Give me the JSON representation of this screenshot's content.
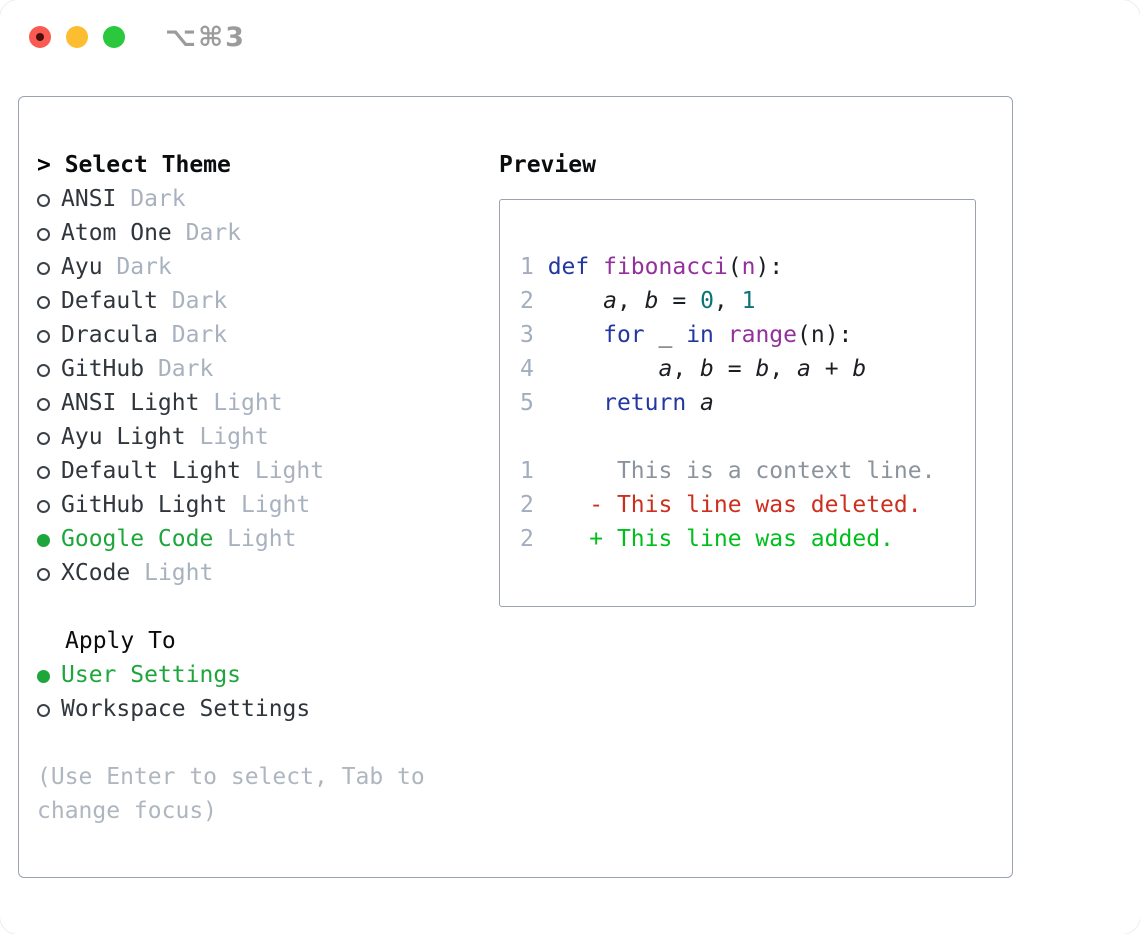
{
  "window": {
    "shortcut_label": "⌥⌘3",
    "traffic_lights": [
      "close",
      "minimize",
      "zoom"
    ]
  },
  "theme_picker": {
    "header_cursor": "> ",
    "header_label": "Select Theme",
    "items": [
      {
        "name": "ANSI",
        "variant": "Dark",
        "selected": false
      },
      {
        "name": "Atom One",
        "variant": "Dark",
        "selected": false
      },
      {
        "name": "Ayu",
        "variant": "Dark",
        "selected": false
      },
      {
        "name": "Default",
        "variant": "Dark",
        "selected": false
      },
      {
        "name": "Dracula",
        "variant": "Dark",
        "selected": false
      },
      {
        "name": "GitHub",
        "variant": "Dark",
        "selected": false
      },
      {
        "name": "ANSI Light",
        "variant": "Light",
        "selected": false
      },
      {
        "name": "Ayu Light",
        "variant": "Light",
        "selected": false
      },
      {
        "name": "Default Light",
        "variant": "Light",
        "selected": false
      },
      {
        "name": "GitHub Light",
        "variant": "Light",
        "selected": false
      },
      {
        "name": "Google Code",
        "variant": "Light",
        "selected": true
      },
      {
        "name": "XCode",
        "variant": "Light",
        "selected": false
      }
    ],
    "apply_to": {
      "label": "Apply To",
      "options": [
        {
          "name": "User Settings",
          "selected": true
        },
        {
          "name": "Workspace Settings",
          "selected": false
        }
      ]
    },
    "help_lines": [
      "(Use Enter to select, Tab to",
      "change focus)"
    ]
  },
  "preview": {
    "label": "Preview",
    "lines": [
      {
        "tokens": [
          [
            "g",
            "1 "
          ],
          [
            "k",
            "def"
          ],
          [
            "p",
            " "
          ],
          [
            "f",
            "fibonacci"
          ],
          [
            "p",
            "("
          ],
          [
            "f",
            "n"
          ],
          [
            "p",
            "):"
          ]
        ]
      },
      {
        "tokens": [
          [
            "g",
            "2 "
          ],
          [
            "p",
            "    "
          ],
          [
            "v",
            "a"
          ],
          [
            "p",
            ", "
          ],
          [
            "v",
            "b"
          ],
          [
            "p",
            " = "
          ],
          [
            "n",
            "0"
          ],
          [
            "p",
            ", "
          ],
          [
            "n",
            "1"
          ]
        ]
      },
      {
        "tokens": [
          [
            "g",
            "3 "
          ],
          [
            "p",
            "    "
          ],
          [
            "k",
            "for"
          ],
          [
            "p",
            " _ "
          ],
          [
            "k",
            "in"
          ],
          [
            "p",
            " "
          ],
          [
            "f",
            "range"
          ],
          [
            "p",
            "(n):"
          ]
        ]
      },
      {
        "tokens": [
          [
            "g",
            "4 "
          ],
          [
            "p",
            "        "
          ],
          [
            "v",
            "a"
          ],
          [
            "p",
            ", "
          ],
          [
            "v",
            "b"
          ],
          [
            "p",
            " = "
          ],
          [
            "v",
            "b"
          ],
          [
            "p",
            ", "
          ],
          [
            "v",
            "a"
          ],
          [
            "p",
            " + "
          ],
          [
            "v",
            "b"
          ]
        ]
      },
      {
        "tokens": [
          [
            "g",
            "5 "
          ],
          [
            "p",
            "    "
          ],
          [
            "k",
            "return"
          ],
          [
            "p",
            " "
          ],
          [
            "v",
            "a"
          ]
        ]
      },
      {
        "tokens": []
      },
      {
        "tokens": [
          [
            "g",
            "1 "
          ],
          [
            "ctx",
            "     This is a context line."
          ]
        ]
      },
      {
        "tokens": [
          [
            "g",
            "2 "
          ],
          [
            "del",
            "   - This line was deleted."
          ]
        ]
      },
      {
        "tokens": [
          [
            "g",
            "2 "
          ],
          [
            "add",
            "   + This line was added."
          ]
        ]
      }
    ]
  },
  "colors": {
    "accent_green": "#1ea63c",
    "traffic_red": "#f95a52",
    "traffic_red_dot": "#47100d",
    "traffic_yellow": "#fcbd30",
    "traffic_green": "#2bc83e",
    "title_gray": "#9b9b9b",
    "border": "#9aa3ae",
    "text_primary": "#30363c",
    "text_muted": "#a8b2bf",
    "help_gray": "#aeb6c0",
    "gutter_gray": "#a3adbd",
    "syn_keyword": "#22379f",
    "syn_function": "#93319c",
    "syn_number": "#0d7377",
    "syn_plain": "#1b1f23",
    "diff_context": "#8b939c",
    "diff_deleted": "#cc2f1e",
    "diff_added": "#00bf1d"
  }
}
